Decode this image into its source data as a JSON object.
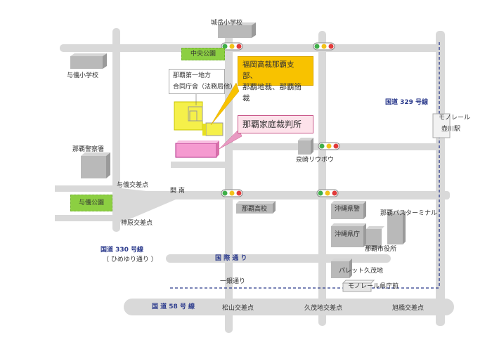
{
  "landmarks": {
    "jouganku_school": "城岳小学校",
    "yogi_school": "与儀小学校",
    "naha_police": "那覇警察署",
    "yogi_park": "与儀公園",
    "central_park": "中央公園",
    "naha_govt_bldg_line1": "那覇第一地方",
    "naha_govt_bldg_line2": "合同庁舎（法務局他）",
    "court_callout_line1": "福岡高裁那覇支部、",
    "court_callout_line2": "那覇地裁、那覇簡裁",
    "family_court_callout": "那覇家庭裁判所",
    "izumizaki_ryubo": "泉崎リウボウ",
    "naha_high": "那覇高校",
    "okinawa_police": "沖縄県警",
    "okinawa_pref": "沖縄県庁",
    "naha_city_hall": "那覇市役所",
    "bus_terminal": "那覇バスターミナル",
    "pallet_kumoji": "パレット久茂地",
    "monorail_kencho": "モノレール県庁前",
    "monorail_asahibashi_line1": "モノレール",
    "monorail_asahibashi_line2": "壺川駅"
  },
  "roads": {
    "route329": "国道 329 号線",
    "route330": "国道 330 号線",
    "himeyuri": "（ ひめゆり通り ）",
    "kokusai": "国 際 通 り",
    "ichigin": "一銀通り",
    "route58": "国 道 58 号 線",
    "kainan": "開 南"
  },
  "intersections": {
    "yogi": "与儀交差点",
    "kohara": "神原交差点",
    "matsuyama": "松山交差点",
    "kumoji": "久茂地交差点",
    "asahibashi": "旭橋交差点"
  },
  "colors": {
    "road": "#d9d9d9",
    "park": "#8ccf42",
    "court_yellow": "#f5f04a",
    "family_court_pink": "#f59ad0",
    "callout_yellow": "#f8c200",
    "monorail_line": "#2b3a8c",
    "signal_red": "#e03b3b",
    "signal_yellow": "#f2c21a",
    "signal_green": "#3fae49",
    "building_gray": "#b9b9b9"
  }
}
